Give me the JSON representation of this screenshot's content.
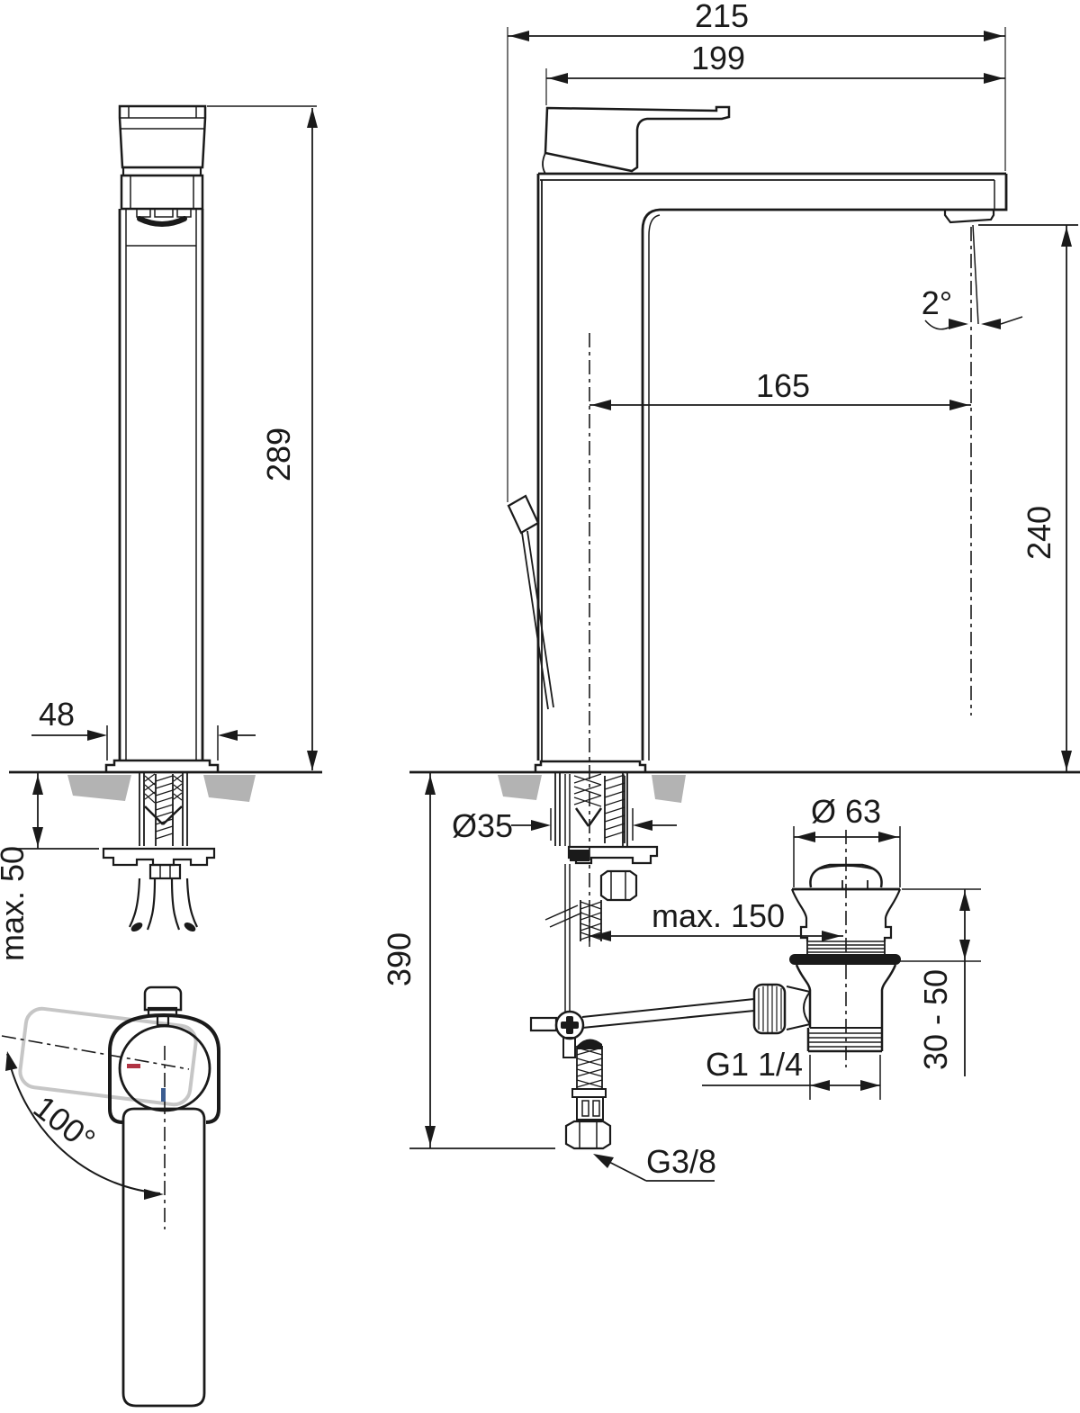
{
  "meta": {
    "background": "#ffffff",
    "line_color": "#1a1a1a",
    "counter_color": "#b3b3b3",
    "ghost_color": "#c6c6c6",
    "hot_color": "#b03343",
    "cold_color": "#3c5d91"
  },
  "front_view": {
    "height": "289",
    "base_width": "48",
    "max_deck_thickness": "max. 50"
  },
  "side_view": {
    "total_depth": "215",
    "spout_reach_total": "199",
    "spout_angle": "2°",
    "spout_reach": "165",
    "spout_height": "240"
  },
  "top_view": {
    "handle_swivel_angle": "100°"
  },
  "installation": {
    "below_deck_length": "390",
    "hole_diameter": "Ø35",
    "rod_reach": "max. 150",
    "waste_flange_diameter": "Ø 63",
    "basin_thickness_range": "30 - 50",
    "waste_thread": "G1 1/4",
    "supply_thread": "G3/8"
  }
}
